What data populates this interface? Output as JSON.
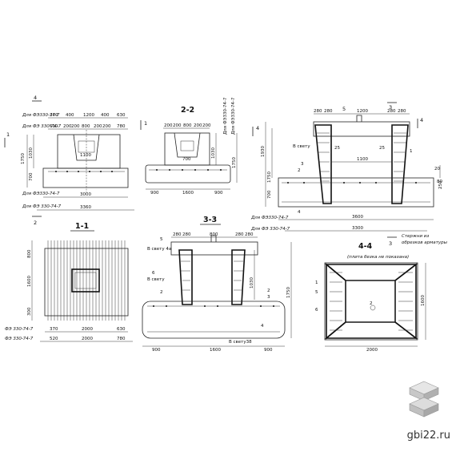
{
  "sections": {
    "plan_top": {
      "cut_label_a": "4",
      "cut_label_b": "1",
      "cut_label_c": "2"
    },
    "s22": {
      "title": "2-2"
    },
    "s33": {
      "title": "3-3"
    },
    "s11": {
      "title": "1-1"
    },
    "s44": {
      "title": "4-4",
      "subtitle": "(плита безка не показана)"
    }
  },
  "labels": {
    "dla_fz330_1": "Для ФЭ330-74-7",
    "dla_fz330_2": "Для ФЭ 330-74-7",
    "dla_fz330_3": "Для ФЭ330-74-7",
    "dla_fz330_4": "Для ФЭ 330-74-7",
    "dla_fz330_s22a": "Для ФЭ330-74-7",
    "dla_fz330_s22b": "Для ФЭ330-74-7",
    "fz_1": "ФЭ 330-74-7",
    "fz_2": "ФЭ 330-74-7",
    "sterzhni": "Стержни из",
    "sterzhni2": "обрезков арматуры",
    "v_svetu": "В свету",
    "v_svetu_4a": "В свету 4а",
    "v_svetu_b": "В свету",
    "v_svetu_38": "В свету38"
  },
  "dims": {
    "top_row1": [
      "370",
      "400",
      "1200",
      "400",
      "630"
    ],
    "top_row2": [
      "510",
      "200",
      "200",
      "800",
      "200",
      "200",
      "780"
    ],
    "d1100": "1100",
    "d3000": "3000",
    "d3360": "3360",
    "d1750": "1750",
    "d1030": "1030",
    "d700": "700",
    "s22_top": [
      "200",
      "200",
      "800",
      "200",
      "200"
    ],
    "s22_bottom": [
      "900",
      "1600",
      "900"
    ],
    "s22_700": "700",
    "s22_1030": "1030",
    "s22_1750": "1750",
    "right_top": [
      "280",
      "280",
      "1200",
      "280",
      "280"
    ],
    "right_5": "5",
    "right_3600": "3600",
    "right_3300": "3300",
    "right_1100": "1100",
    "right_1930": "1930",
    "right_1750": "1750",
    "right_700": "700",
    "right_25": "25",
    "right_20": "20",
    "right_80": "80",
    "right_250": "250",
    "s11_row1": [
      "370",
      "2000",
      "630"
    ],
    "s11_row2": [
      "520",
      "2000",
      "780"
    ],
    "s11_800": "800",
    "s11_1600": "1600",
    "s11_300": "300",
    "s33_top": [
      "280",
      "280",
      "800",
      "280",
      "280"
    ],
    "s33_bottom": [
      "900",
      "1600",
      "900"
    ],
    "s33_1750": "1750",
    "s33_1030": "1030",
    "s44_2000": "2000",
    "s44_1600": "1600"
  },
  "markers": {
    "m1": "1",
    "m2": "2",
    "m3": "3",
    "m4": "4",
    "m5": "5",
    "m6": "6"
  },
  "brand": "gbi22.ru"
}
